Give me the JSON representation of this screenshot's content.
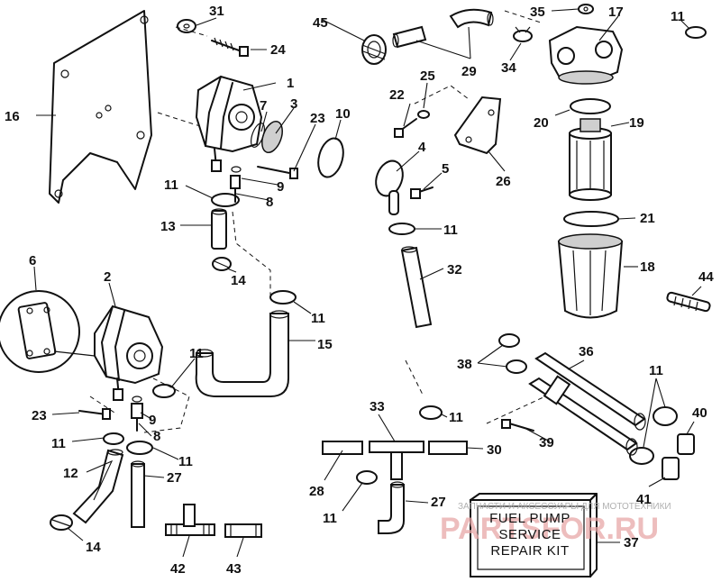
{
  "callouts": [
    "1",
    "2",
    "3",
    "4",
    "5",
    "6",
    "7",
    "8",
    "8",
    "9",
    "9",
    "10",
    "11",
    "11",
    "11",
    "11",
    "11",
    "11",
    "11",
    "11",
    "11",
    "11",
    "12",
    "13",
    "14",
    "14",
    "15",
    "16",
    "17",
    "18",
    "19",
    "20",
    "21",
    "22",
    "23",
    "23",
    "24",
    "25",
    "26",
    "27",
    "27",
    "28",
    "29",
    "30",
    "31",
    "32",
    "33",
    "34",
    "35",
    "36",
    "37",
    "38",
    "39",
    "40",
    "41",
    "42",
    "43",
    "44",
    "45"
  ],
  "kit_label": {
    "line1": "FUEL PUMP",
    "line2": "SERVICE",
    "line3": "REPAIR KIT"
  },
  "watermark": {
    "tagline": "ЗАПЧАСТИ И АКСЕССУАРЫ ДЛЯ МОТОТЕХНИКИ",
    "site": "PARTSFOR.RU"
  }
}
